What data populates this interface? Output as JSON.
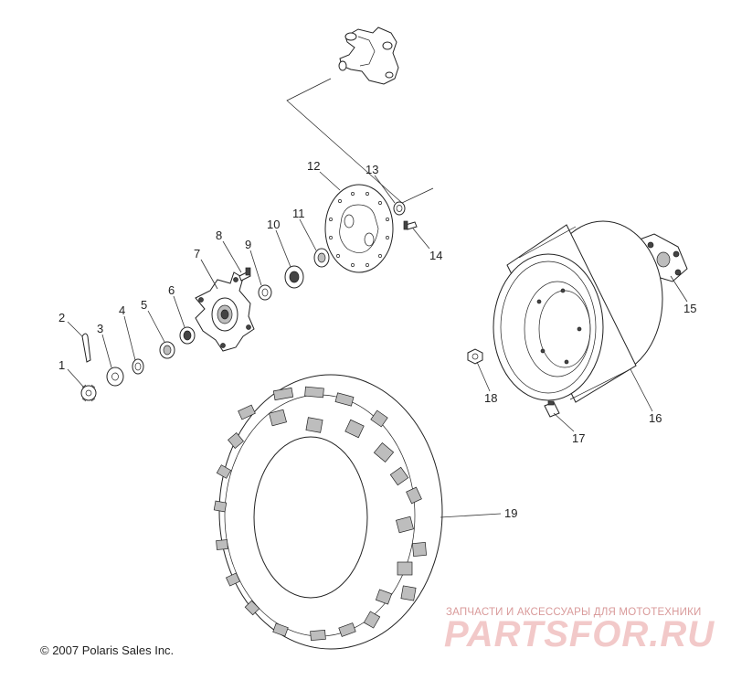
{
  "diagram": {
    "part_labels": [
      "1",
      "2",
      "3",
      "4",
      "5",
      "6",
      "7",
      "8",
      "9",
      "10",
      "11",
      "12",
      "13",
      "14",
      "15",
      "16",
      "17",
      "18",
      "19"
    ],
    "copyright": "© 2007 Polaris Sales Inc.",
    "watermark": {
      "subtitle": "ЗАПЧАСТИ И АКСЕССУАРЫ ДЛЯ МОТОТЕХНИКИ",
      "logo": "PARTSFOR.RU"
    }
  }
}
